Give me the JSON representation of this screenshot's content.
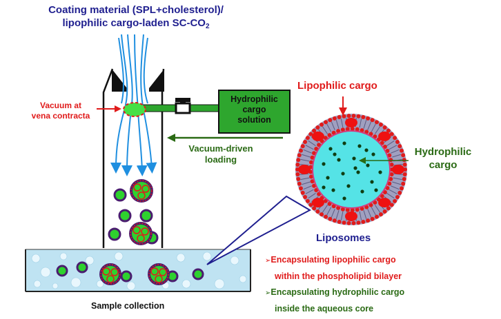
{
  "title_line1": "Coating material (SPL+cholesterol)/",
  "title_line2_prefix": "lipophilic cargo-laden SC-CO",
  "title_line2_sub": "2",
  "vacuum_label_line1": "Vacuum at",
  "vacuum_label_line2": "vena contracta",
  "box_line1": "Hydrophilic",
  "box_line2": "cargo",
  "box_line3": "solution",
  "arrow_label_line1": "Vacuum-driven",
  "arrow_label_line2": "loading",
  "lipophilic_label": "Lipophilic cargo",
  "hydrophilic_label_line1": "Hydrophilic",
  "hydrophilic_label_line2": "cargo",
  "liposomes_label": "Liposomes",
  "bullet1_line1": "Encapsulating lipophilic cargo",
  "bullet1_line2": "within the phospholipid bilayer",
  "bullet2_line1": "Encapsulating hydrophilic cargo",
  "bullet2_line2": "inside the aqueous core",
  "bullet_marker": "➢",
  "sample_label": "Sample collection",
  "colors": {
    "title": "#1f1f8f",
    "red": "#e01b1b",
    "green": "#2a6a14",
    "box_fill": "#2ea62e",
    "core": "#55e3e6",
    "flow": "#1f8fe0"
  }
}
